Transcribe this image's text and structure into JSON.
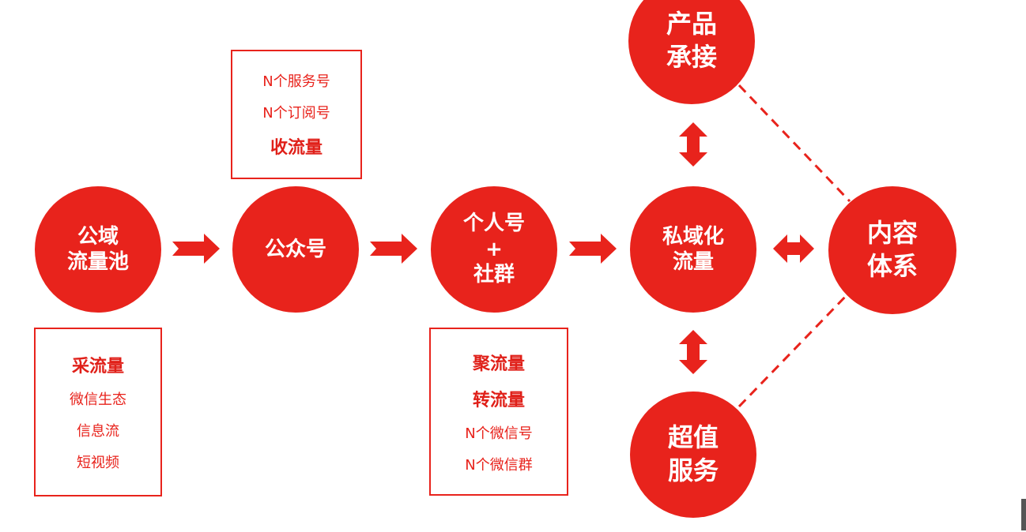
{
  "colors": {
    "accent": "#e8231c",
    "text_on_accent": "#ffffff"
  },
  "nodes": {
    "public_pool": [
      "公域",
      "流量池"
    ],
    "official_account": [
      "公众号"
    ],
    "personal_community": [
      "个人号",
      "+",
      "社群"
    ],
    "private_traffic": [
      "私域化",
      "流量"
    ],
    "product": [
      "产品",
      "承接"
    ],
    "service": [
      "超值",
      "服务"
    ],
    "content_system": [
      "内容",
      "体系"
    ]
  },
  "boxes": {
    "collect": [
      "采流量",
      "微信生态",
      "信息流",
      "短视频"
    ],
    "receive": [
      "N个服务号",
      "N个订阅号",
      "收流量"
    ],
    "gather": [
      "聚流量",
      "转流量",
      "N个微信号",
      "N个微信群"
    ]
  }
}
